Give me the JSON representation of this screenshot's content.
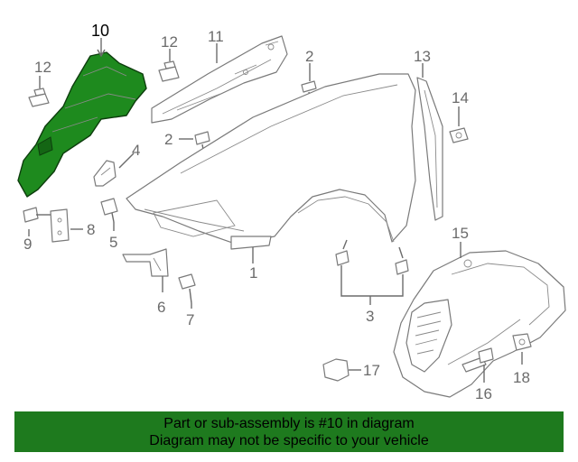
{
  "diagram": {
    "labels": [
      "10",
      "12",
      "11",
      "2",
      "13",
      "14",
      "12",
      "2",
      "4",
      "9",
      "8",
      "5",
      "1",
      "15",
      "6",
      "7",
      "3",
      "17",
      "18",
      "16"
    ],
    "highlight_color": "#1e8a1e",
    "line_color": "#7a7a7a"
  },
  "banner": {
    "line1": "Part or sub-assembly is #10 in diagram",
    "line2": "Diagram may not be specific to your vehicle",
    "background": "#1e7a1e"
  }
}
